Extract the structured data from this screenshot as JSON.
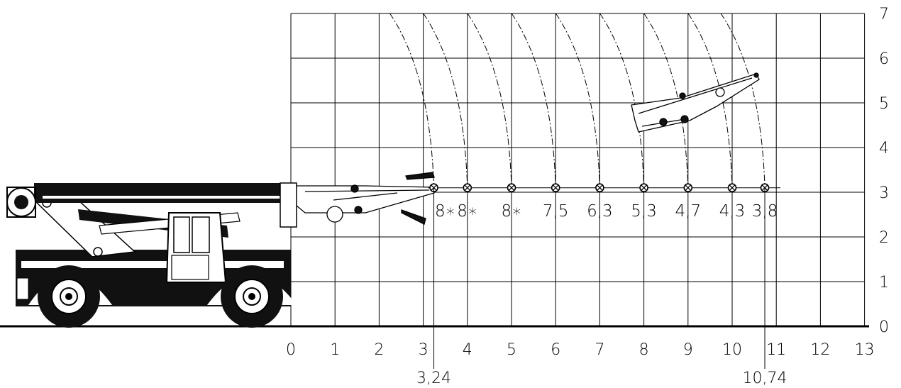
{
  "chart_data": {
    "type": "diagram",
    "x_ticks": [
      "0",
      "1",
      "2",
      "3",
      "4",
      "5",
      "6",
      "7",
      "8",
      "9",
      "10",
      "11",
      "12",
      "13"
    ],
    "y_ticks": [
      "0",
      "1",
      "2",
      "3",
      "4",
      "5",
      "6",
      "7"
    ],
    "xlim": [
      0,
      13
    ],
    "ylim": [
      0,
      7
    ],
    "grid": true,
    "load_points": [
      {
        "x": 3.24,
        "y": 3.1,
        "capacity": "8∗"
      },
      {
        "x": 4.0,
        "y": 3.1,
        "capacity": "8∗"
      },
      {
        "x": 5.0,
        "y": 3.1,
        "capacity": "8∗"
      },
      {
        "x": 6.0,
        "y": 3.1,
        "capacity": "7,5"
      },
      {
        "x": 7.0,
        "y": 3.1,
        "capacity": "6,3"
      },
      {
        "x": 8.0,
        "y": 3.1,
        "capacity": "5,3"
      },
      {
        "x": 9.0,
        "y": 3.1,
        "capacity": "4,7"
      },
      {
        "x": 10.0,
        "y": 3.1,
        "capacity": "4,3"
      },
      {
        "x": 10.74,
        "y": 3.1,
        "capacity": "3,8"
      }
    ],
    "reach_markers": [
      {
        "x": 3.24,
        "label": "3,24"
      },
      {
        "x": 10.74,
        "label": "10,74"
      }
    ]
  }
}
